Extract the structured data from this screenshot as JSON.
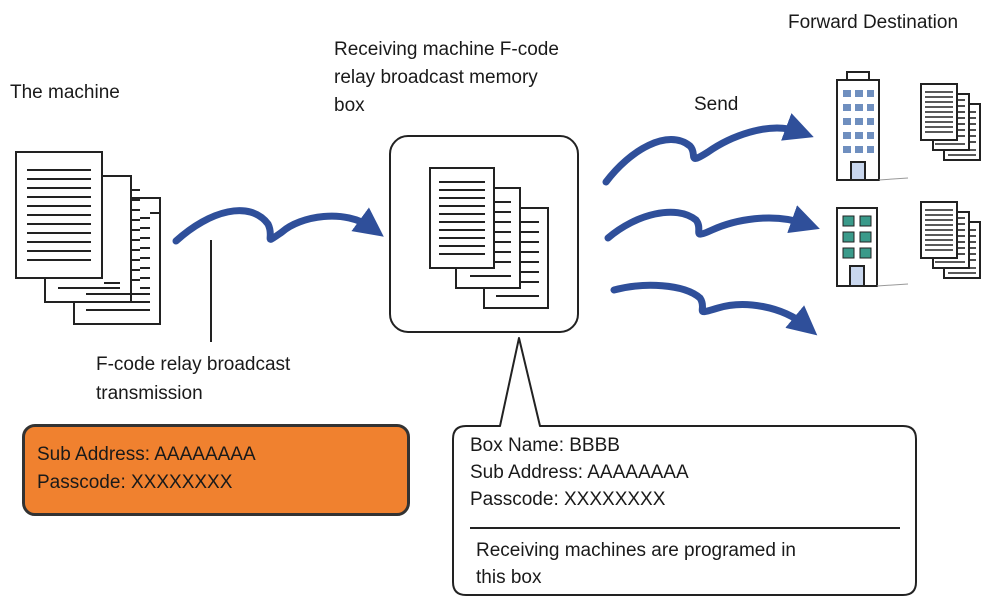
{
  "labels": {
    "the_machine": "The machine",
    "receiving_box": "Receiving machine F-code\nrelay broadcast memory\nbox",
    "forward_destination": "Forward Destination",
    "send": "Send",
    "relay_transmission": "F-code relay broadcast\ntransmission"
  },
  "sender_settings": {
    "sub_address": "Sub Address: AAAAAAAA",
    "passcode": "Passcode: XXXXXXXX"
  },
  "box_settings": {
    "box_name": "Box Name: BBBB",
    "sub_address": "Sub Address: AAAAAAAA",
    "passcode": "Passcode: XXXXXXXX",
    "note": "Receiving machines are programed in\nthis box"
  },
  "colors": {
    "arrow": "#2f4f9a",
    "settings_box": "#f0812f",
    "building_window": "#6f8fbf",
    "building_window_alt": "#3a9a8a"
  },
  "icons": [
    "document-stack-icon",
    "building-icon",
    "office-building-icon",
    "send-arrow-icon"
  ]
}
